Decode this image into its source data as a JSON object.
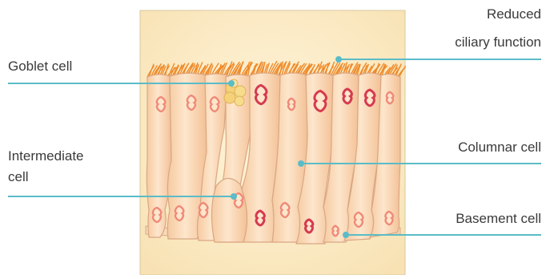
{
  "diagram": {
    "labels": {
      "goblet_cell": "Goblet cell",
      "intermediate_cell_line1": "Intermediate",
      "intermediate_cell_line2": "cell",
      "reduced_line1": "Reduced",
      "reduced_line2": "ciliary function",
      "columnar_cell": "Columnar cell",
      "basement_cell": "Basement cell"
    },
    "colors": {
      "background_panel": "#fbecc4",
      "cilia": "#ef8a2a",
      "cell_fill": "#fbdcb8",
      "cell_outline": "#d9a784",
      "nucleus_light": "#f08a78",
      "nucleus_dark": "#d63a50",
      "goblet_granules": "#f5d27a",
      "leader_line": "#5bbcc8",
      "label_text": "#3a3a3a"
    }
  }
}
